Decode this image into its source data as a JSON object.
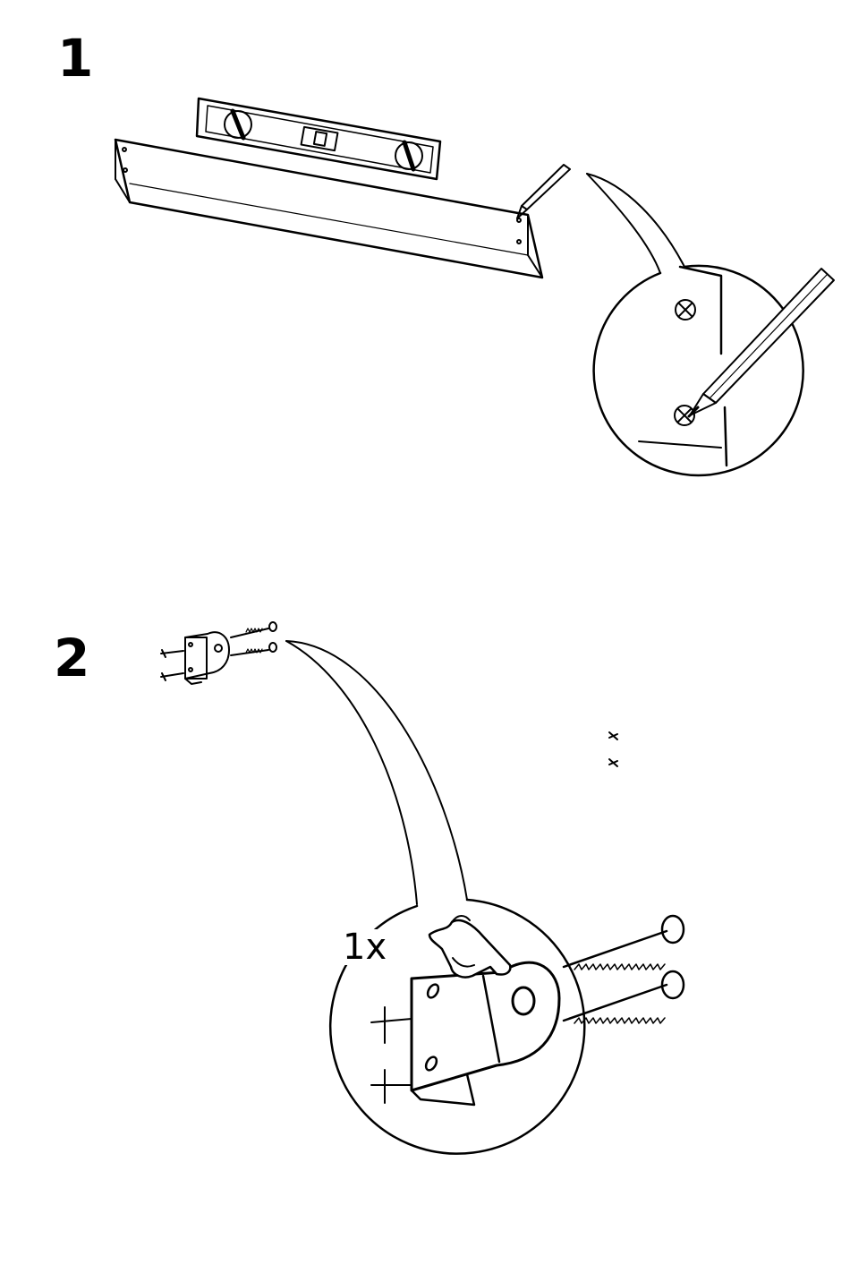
{
  "steps": [
    {
      "number": "1",
      "illustration": "wall-rail-with-spirit-level-and-pencil-marking"
    },
    {
      "number": "2",
      "illustration": "bracket-fastened-with-two-screws",
      "quantity_label": "1x"
    }
  ],
  "colors": {
    "ink": "#000000",
    "paper": "#ffffff"
  }
}
